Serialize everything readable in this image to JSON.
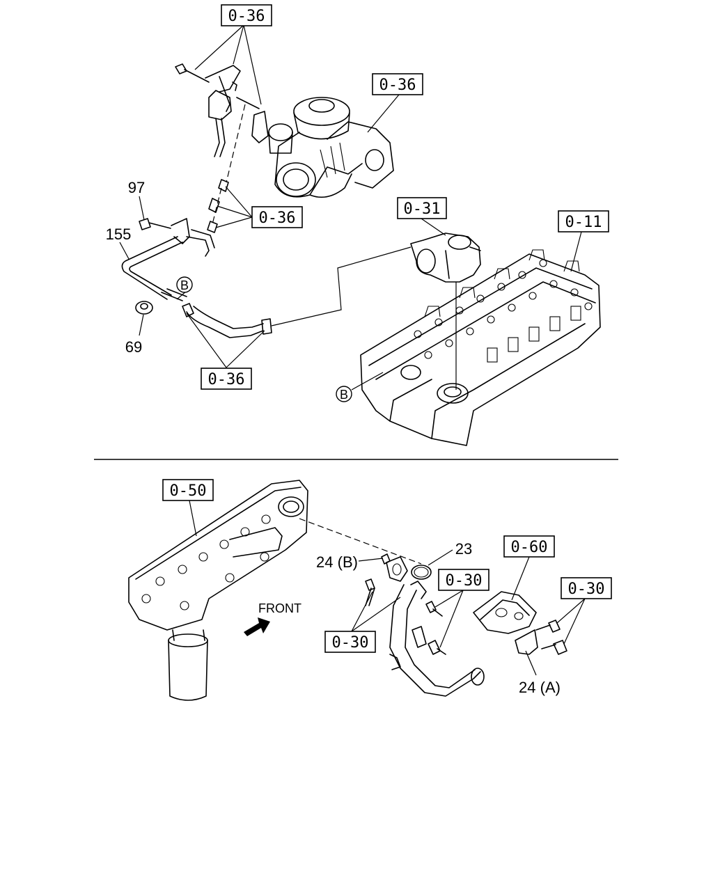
{
  "refs": {
    "r036_top": "0-36",
    "r036_turbo": "0-36",
    "r036_mid": "0-36",
    "r036_bottom": "0-36",
    "r031": "0-31",
    "r011": "0-11",
    "r050": "0-50",
    "r060": "0-60",
    "r030_center": "0-30",
    "r030_right": "0-30",
    "r030_left": "0-30"
  },
  "parts": {
    "p97": "97",
    "p155": "155",
    "p69": "69",
    "p23": "23",
    "p24b": "24 (B)",
    "p24a": "24 (A)"
  },
  "markers": {
    "b_upper": "B",
    "b_lower": "B"
  },
  "labels": {
    "front": "FRONT"
  }
}
